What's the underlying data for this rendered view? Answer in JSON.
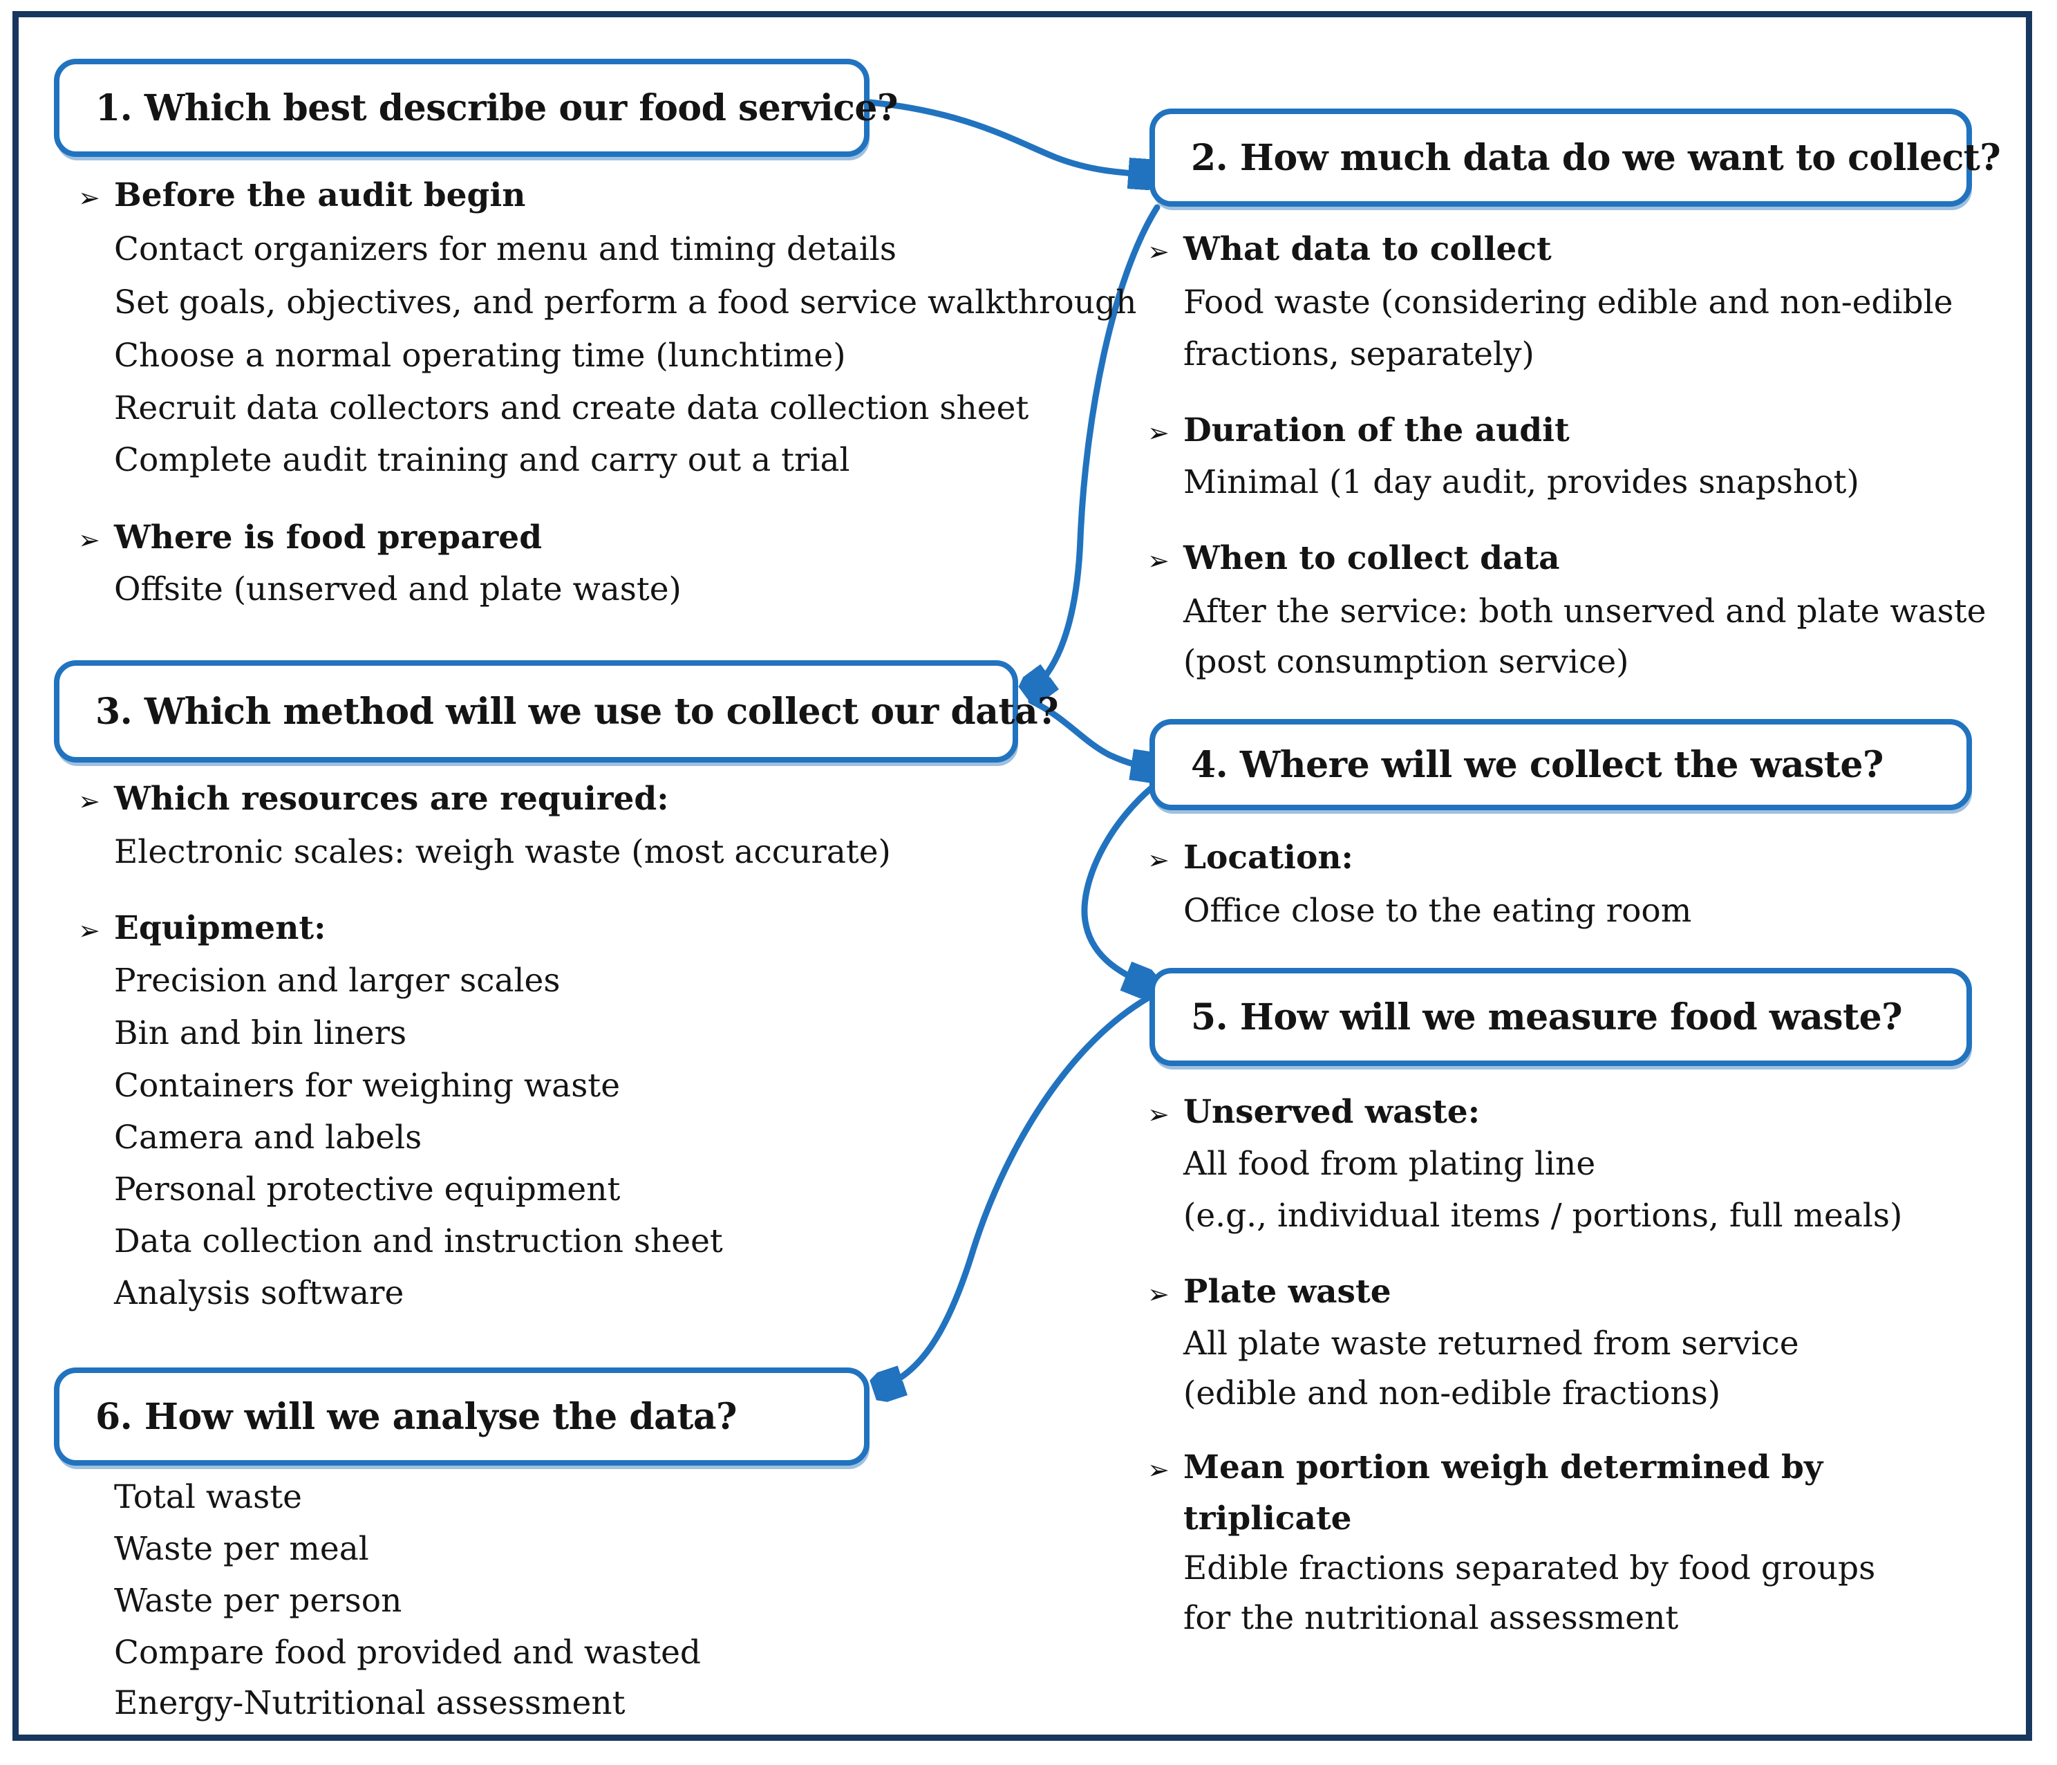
{
  "colors": {
    "accent": "#2173bf",
    "frame": "#17375e",
    "text": "#141414"
  },
  "bullet": "➢",
  "box1": {
    "title": "1. Which best describe our food service?",
    "g1": {
      "heading": "Before the audit begin",
      "items": [
        "Contact organizers for menu and timing details",
        "Set goals, objectives, and perform a food  service walkthrough",
        "Choose a normal operating time (lunchtime)",
        "Recruit data collectors and create data collection sheet",
        "Complete audit training and carry out a trial"
      ]
    },
    "g2": {
      "heading": "Where is food prepared",
      "items": [
        "Offsite (unserved and plate waste)"
      ]
    }
  },
  "box2": {
    "title": "2. How much data do we want to collect?",
    "g1": {
      "heading": "What data to collect",
      "items": [
        "Food waste (considering edible and non-edible",
        "fractions, separately)"
      ]
    },
    "g2": {
      "heading": "Duration of the audit",
      "items": [
        "Minimal (1 day audit, provides snapshot)"
      ]
    },
    "g3": {
      "heading": "When to collect data",
      "items": [
        "After the service: both unserved and plate waste",
        "(post consumption service)"
      ]
    }
  },
  "box3": {
    "title": "3. Which method will we use to collect our data?",
    "g1": {
      "heading": "Which resources are required:",
      "items": [
        "Electronic scales: weigh waste (most accurate)"
      ]
    },
    "g2": {
      "heading": "Equipment:",
      "items": [
        "Precision and larger scales",
        "Bin and bin liners",
        "Containers for weighing waste",
        "Camera and labels",
        "Personal protective equipment",
        "Data collection and instruction sheet",
        "Analysis software"
      ]
    }
  },
  "box4": {
    "title": "4. Where will we collect the waste?",
    "g1": {
      "heading": "Location:",
      "items": [
        "Office  close to the eating room"
      ]
    }
  },
  "box5": {
    "title": "5. How will we measure food waste?",
    "g1": {
      "heading": "Unserved waste:",
      "items": [
        "All food  from plating line",
        "(e.g.,  individual items / portions, full meals)"
      ]
    },
    "g2": {
      "heading": "Plate waste",
      "items": [
        "All plate waste returned from service",
        "(edible  and non-edible fractions)"
      ]
    },
    "g3": {
      "heading": "Mean portion weigh determined by",
      "heading2": "triplicate",
      "items": [
        "Edible fractions separated by food groups",
        "for the nutritional assessment"
      ]
    }
  },
  "box6": {
    "title": "6. How will we analyse the data?",
    "items": [
      "Total waste",
      "Waste per meal",
      "Waste per person",
      "Compare food  provided and wasted",
      "Energy-Nutritional assessment"
    ]
  }
}
